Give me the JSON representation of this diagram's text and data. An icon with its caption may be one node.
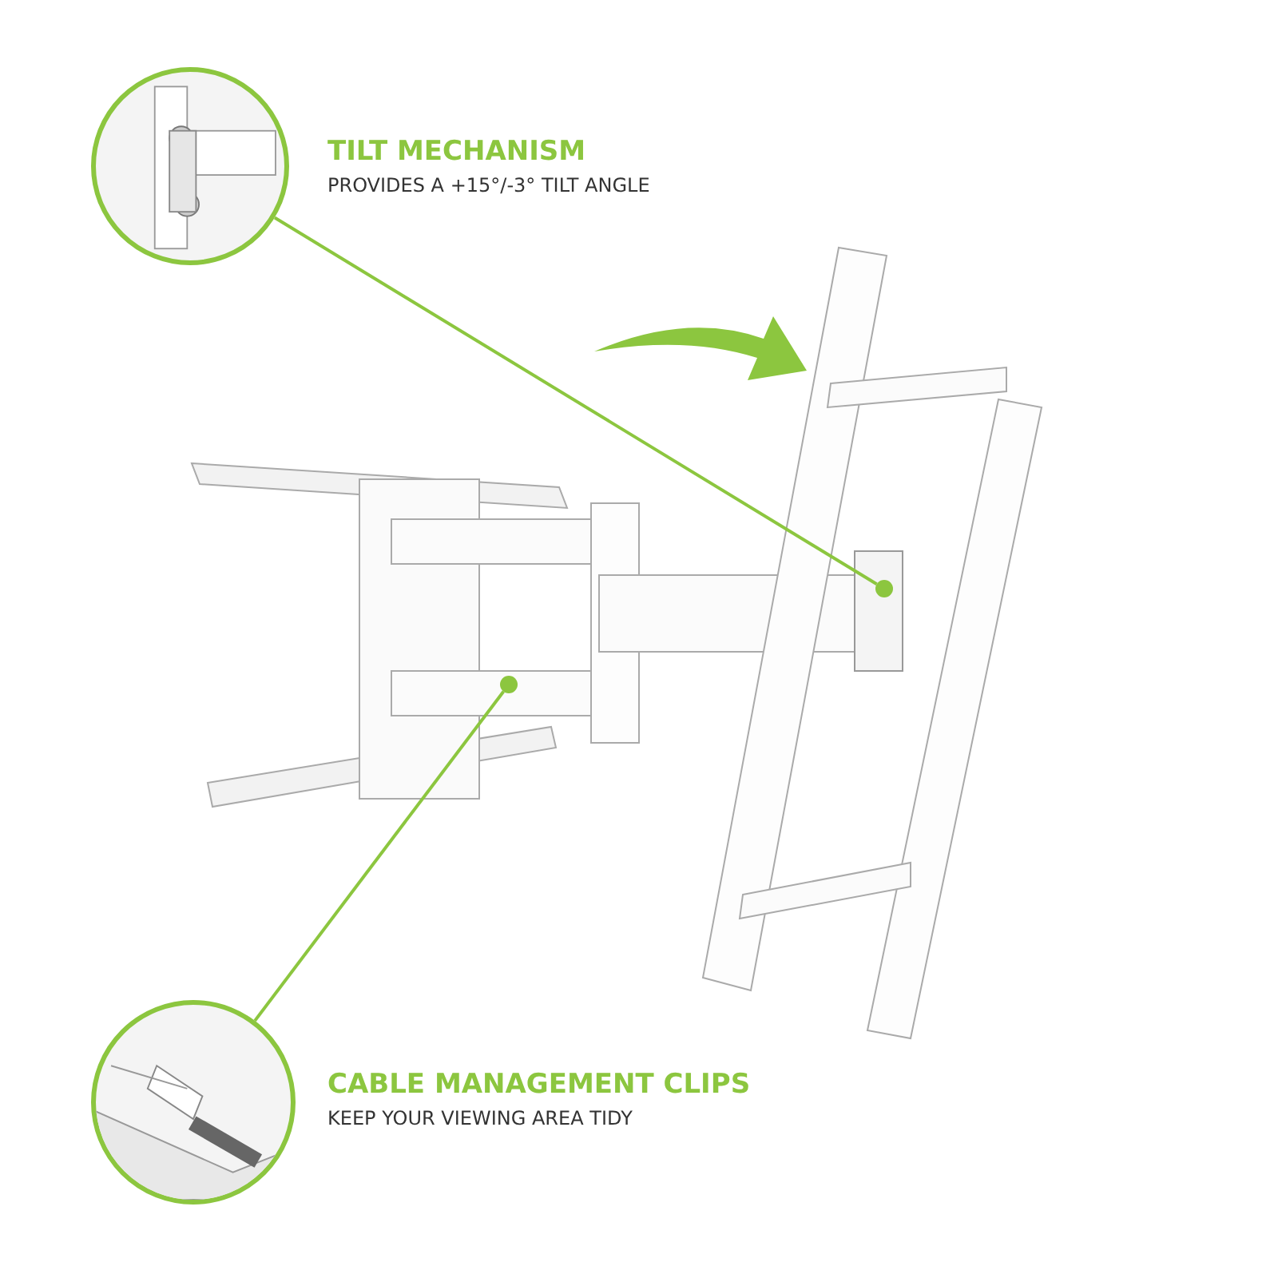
{
  "diagram": {
    "nodes": [
      {
        "text": [],
        "shape": "picture",
        "beside": [
          "TILT MECHANISM",
          "PROVIDES A +15°/-3° TILT ANGLE"
        ]
      },
      {
        "text": [],
        "shape": "circle"
      },
      {
        "text": [],
        "shape": "picture",
        "beside": [
          "CABLE MANAGEMENT CLIPS",
          "KEEP YOUR VIEWING AREA TIDY"
        ]
      },
      {
        "text": [],
        "shape": "circle"
      }
    ],
    "edges": [
      {
        "from": 0,
        "to": 1,
        "arrow": "none"
      },
      {
        "from": 2,
        "to": 3,
        "arrow": "none"
      }
    ]
  }
}
